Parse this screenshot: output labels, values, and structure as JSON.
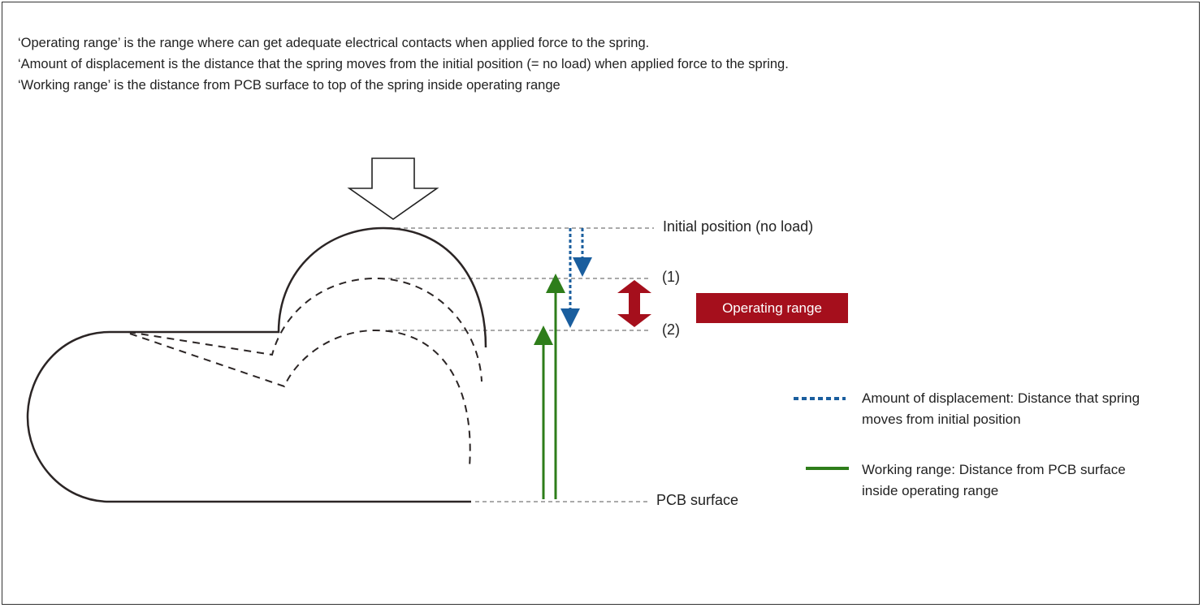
{
  "intro": {
    "line1": "‘Operating range’ is the range where can get adequate electrical contacts when applied force to the spring.",
    "line2": "‘Amount of displacement is the distance that the spring moves from the initial position (= no load) when applied force to the spring.",
    "line3": "‘Working range’ is the distance from PCB surface to top of the spring inside operating range"
  },
  "levels": {
    "initial": "Initial position (no load)",
    "pos1": "(1)",
    "pos2": "(2)",
    "pcb": "PCB surface"
  },
  "badge": {
    "label": "Operating range"
  },
  "legend": {
    "displacement": "Amount of displacement: Distance that spring moves from initial position",
    "working": "Working range: Distance from PCB surface inside operating range"
  },
  "colors": {
    "displacement": "#1a5e9e",
    "working": "#2e7d1a",
    "operating": "#a50f1c",
    "outline": "#2b2525"
  }
}
